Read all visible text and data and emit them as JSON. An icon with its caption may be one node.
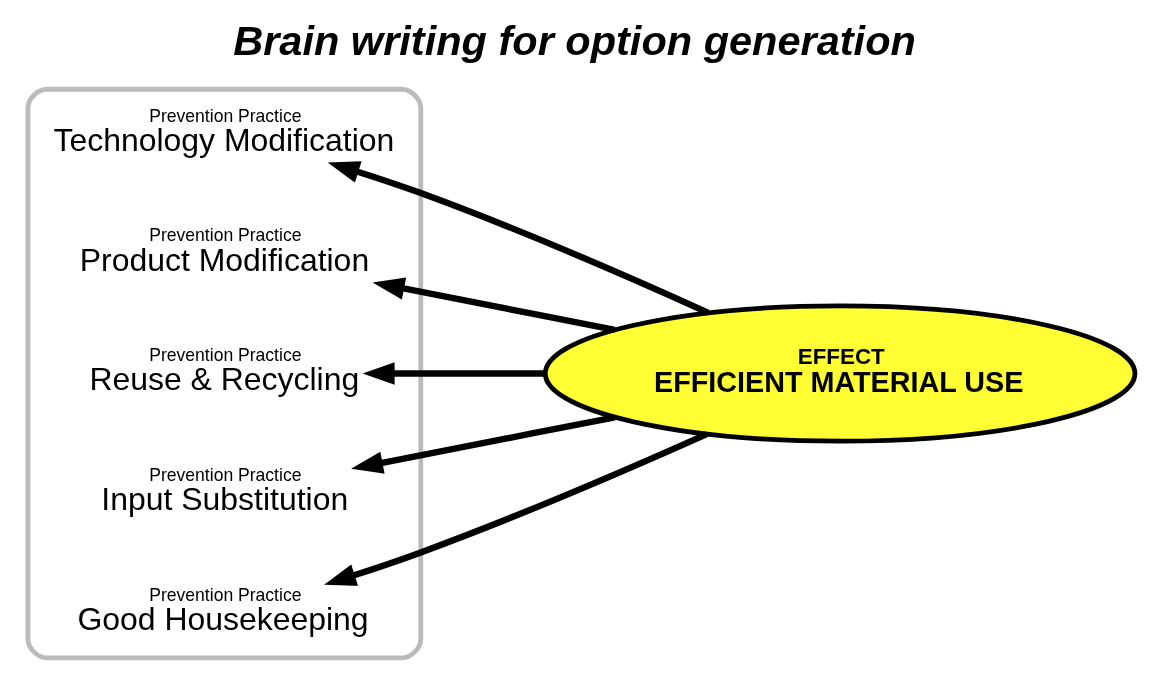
{
  "diagram": {
    "title": "Brain writing for option generation",
    "nodes": [
      {
        "text": [],
        "shape": "fish"
      },
      {
        "text": [
          "Prevention Practice",
          "Technology Modification"
        ],
        "in": 0
      },
      {
        "text": [
          "Prevention Practice",
          "Product Modification"
        ],
        "in": 0
      },
      {
        "text": [
          "Prevention Practice",
          "Reuse & Recycling"
        ],
        "in": 0
      },
      {
        "text": [
          "Prevention Practice",
          "Input Substitution"
        ],
        "in": 0
      },
      {
        "text": [
          "Prevention Practice",
          "Good Housekeeping"
        ],
        "in": 0
      },
      {
        "text": [
          "EFFECT",
          "EFFICIENT MATERIAL USE"
        ]
      }
    ],
    "edges": [
      {
        "from": 6,
        "to": 1,
        "arrow": "to"
      },
      {
        "from": 6,
        "to": 2,
        "arrow": "to"
      },
      {
        "from": 6,
        "to": 3,
        "arrow": "to"
      },
      {
        "from": 6,
        "to": 4,
        "arrow": "to"
      },
      {
        "from": 6,
        "to": 5,
        "arrow": "to"
      }
    ]
  }
}
